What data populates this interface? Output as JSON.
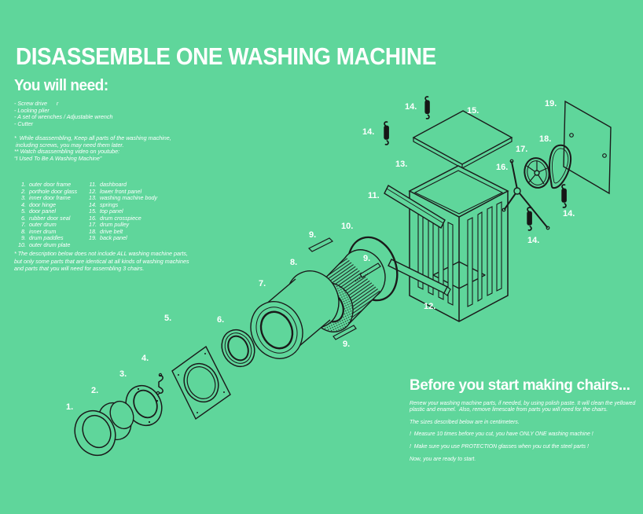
{
  "colors": {
    "background": "#5fd69b",
    "line": "#1a1a1a",
    "text": "#ffffff",
    "spring": "#161616"
  },
  "title": "DISASSEMBLE ONE WASHING MACHINE",
  "you_will_need": {
    "heading": "You will need:",
    "tools": [
      "- Screw drive      r",
      "- Locking plier",
      "- A set of wrenches / Adjustable wrench",
      "- Cutter"
    ],
    "notes": [
      "*  While disassembling, Keep all parts of the washing machine,",
      " including screws, you may need them later.",
      "** Watch disassembling video on youtube:",
      "“I Used To Be A Washing Machine”"
    ]
  },
  "parts_list": {
    "col1": [
      {
        "num": "1.",
        "name": "outer door frame"
      },
      {
        "num": "2.",
        "name": "porthole door glass"
      },
      {
        "num": "3.",
        "name": "inner door frame"
      },
      {
        "num": "4.",
        "name": "door hinge"
      },
      {
        "num": "5.",
        "name": "door panel"
      },
      {
        "num": "6.",
        "name": "rubber door seal"
      },
      {
        "num": "7.",
        "name": "outer drum"
      },
      {
        "num": "8.",
        "name": "inner drum"
      },
      {
        "num": "9.",
        "name": "drum paddles"
      },
      {
        "num": "10.",
        "name": "outer drum plate"
      }
    ],
    "col2": [
      {
        "num": "11.",
        "name": "dashboard"
      },
      {
        "num": "12.",
        "name": "lower front panel"
      },
      {
        "num": "13.",
        "name": "washing machine body"
      },
      {
        "num": "14.",
        "name": "springs"
      },
      {
        "num": "15.",
        "name": "top panel"
      },
      {
        "num": "16.",
        "name": "drum crosspiece"
      },
      {
        "num": "17.",
        "name": "drum pulley"
      },
      {
        "num": "18.",
        "name": "drive belt"
      },
      {
        "num": "19.",
        "name": "back panel"
      }
    ]
  },
  "parts_footnote": [
    "* The description below does not include ALL washing machine parts,",
    "but only some parts that are identical at all kinds of washing machines",
    "and parts that you will need for assembling 3 chairs."
  ],
  "before_section": {
    "heading": "Before you start making chairs...",
    "paragraphs": [
      "Renew your washing machine parts, if needed, by using polish paste. It will clean the yellowed plastic and enamel.  Also, remove limescale from parts you will need for the chairs.",
      "The sizes described below are in centimeters.",
      "!  Measure 10 times before you cut, you have ONLY ONE washing machine !",
      "!  Make sure you use PROTECTION glasses when you cut the steel parts !",
      "Now, you are ready to start."
    ]
  },
  "diagram": {
    "labels": {
      "l1": "1.",
      "l2": "2.",
      "l3": "3.",
      "l4": "4.",
      "l5": "5.",
      "l6": "6.",
      "l7": "7.",
      "l8": "8.",
      "l9": "9.",
      "l9b": "9.",
      "l9c": "9.",
      "l10": "10.",
      "l11": "11.",
      "l12": "12.",
      "l13": "13.",
      "l14": "14.",
      "l14b": "14.",
      "l14c": "14.",
      "l14d": "14.",
      "l15": "15.",
      "l16": "16.",
      "l17": "17.",
      "l18": "18.",
      "l19": "19."
    }
  }
}
